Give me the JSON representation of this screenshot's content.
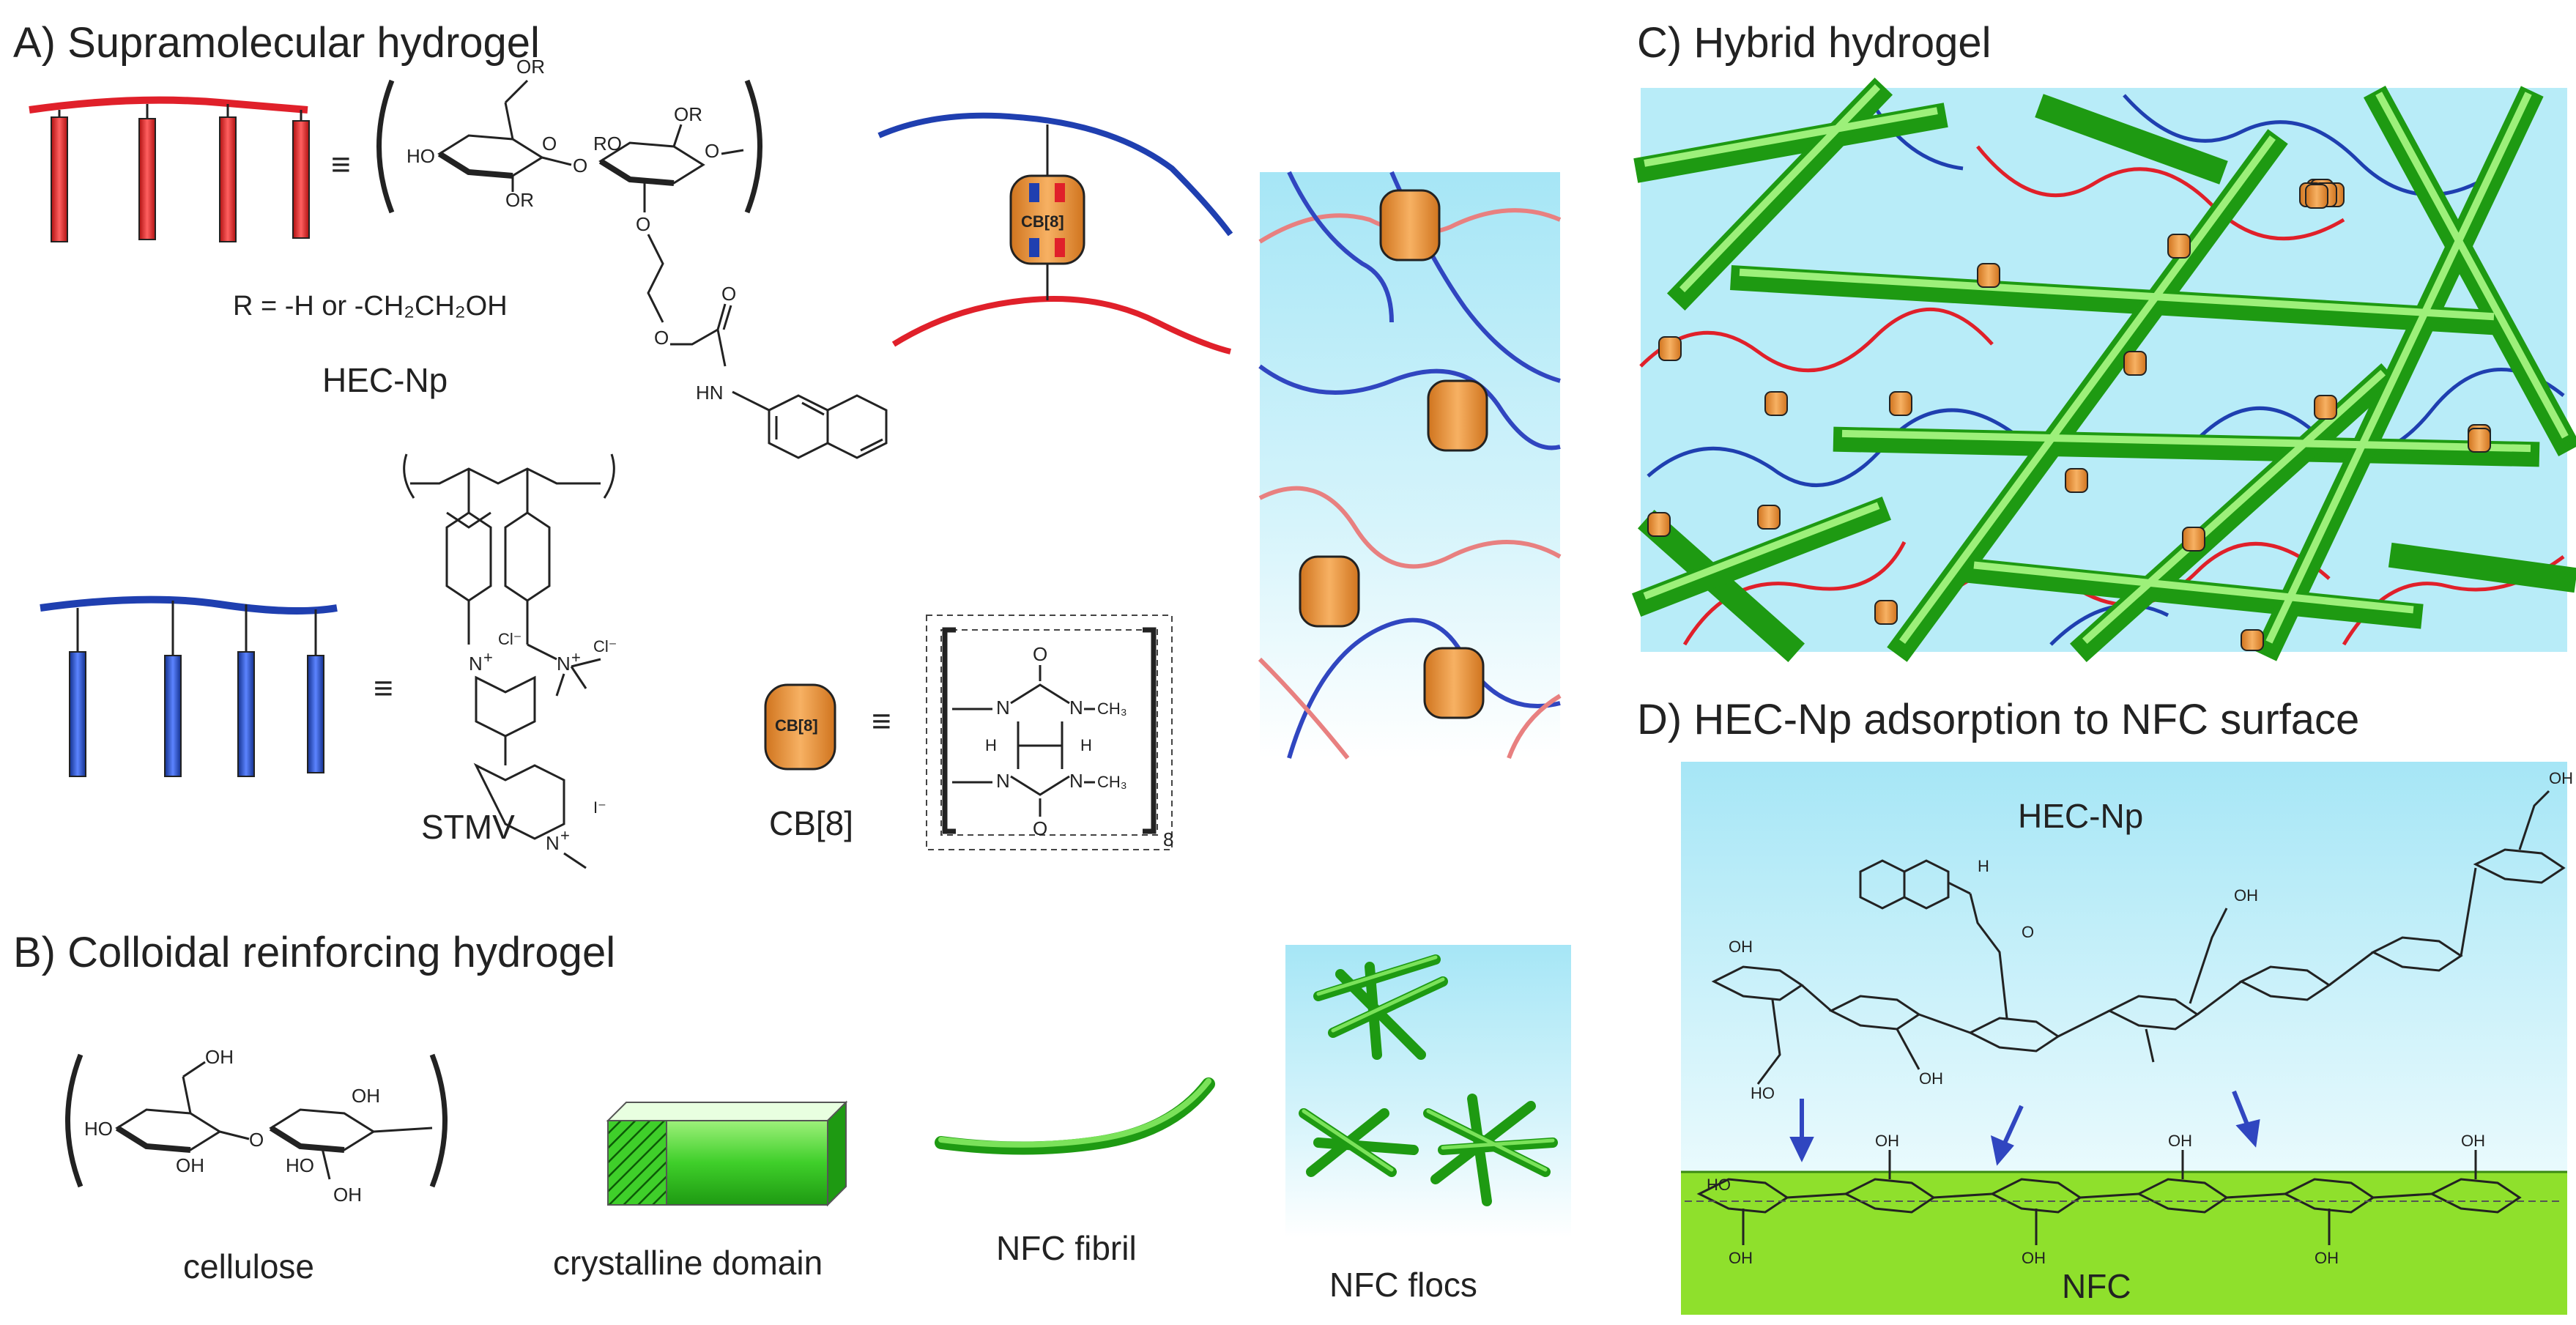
{
  "panels": {
    "a": {
      "title": "A) Supramolecular hydrogel"
    },
    "b": {
      "title": "B) Colloidal reinforcing hydrogel"
    },
    "c": {
      "title": "C) Hybrid hydrogel"
    },
    "d": {
      "title": "D) HEC-Np adsorption to NFC surface"
    }
  },
  "labels": {
    "equiv": "≡",
    "r_def": "R = -H or -CH₂CH₂OH",
    "hec_np": "HEC-Np",
    "stmv": "STMV",
    "cb8": "CB[8]",
    "cb8_icon": "CB[8]",
    "cellulose": "cellulose",
    "crystalline": "crystalline domain",
    "fibril": "NFC fibril",
    "flocs": "NFC flocs",
    "d_hec": "HEC-Np",
    "d_nfc": "NFC"
  },
  "chem": {
    "OR": "OR",
    "RO": "RO",
    "HO": "HO",
    "OH": "OH",
    "O": "O",
    "HN": "HN",
    "N": "N",
    "H": "H",
    "CH3": "CH₃",
    "Cl": "Cl⁻",
    "I": "I⁻",
    "plus": "+",
    "subscript8": "8"
  },
  "colors": {
    "red_polymer": "#e0202a",
    "blue_polymer": "#1f3fb0",
    "cb8_orange": "#f29a3c",
    "nfc_green": "#3fcf2a",
    "water_blue": "#b8ecf8",
    "nfc_surface": "#8fe02c"
  }
}
